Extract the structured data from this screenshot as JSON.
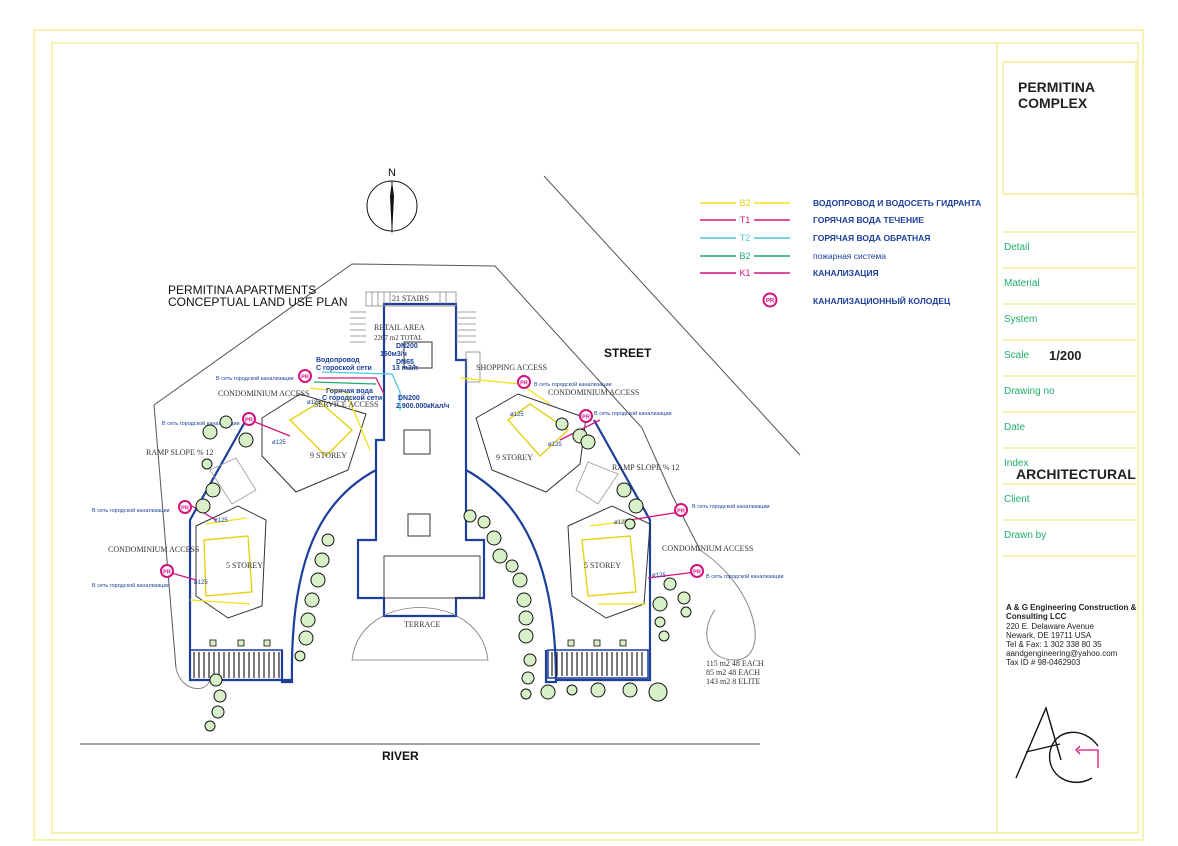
{
  "title_block": {
    "project": [
      "PERMITINA",
      "COMPLEX"
    ],
    "fields": {
      "detail": "Detail",
      "material": "Material",
      "system": "System",
      "scale": "Scale",
      "scale_value": "1/200",
      "drawing_no": "Drawing no",
      "date": "Date",
      "index": "Index",
      "index_value": "ARCHITECTURAL",
      "client": "Client",
      "drawn_by": "Drawn by"
    },
    "company": {
      "name_line1": "A & G Engineering Construction &",
      "name_line2": "Consulting LCC",
      "address1": "220 E. Delaware Avenue",
      "address2": "Newark, DE 19711 USA",
      "tel_fax": "Tel & Fax: 1 302 338 80 35",
      "email": "aandgengineering@yahoo.com",
      "tax_id": "Tax ID # 98-0462903"
    }
  },
  "legend": [
    {
      "code": "B2",
      "label": "ВОДОПРОВОД И ВОДОСЕТЬ ГИДРАНТА",
      "color": "#f2e21a"
    },
    {
      "code": "T1",
      "label": "ГОРЯЧАЯ ВОДА ТЕЧЕНИЕ",
      "color": "#e0196e"
    },
    {
      "code": "T2",
      "label": "ГОРЯЧАЯ ВОДА ОБРАТНАЯ",
      "color": "#4fc6e0"
    },
    {
      "code": "B2",
      "label": "пожарная система",
      "color": "#1fae6a"
    },
    {
      "code": "K1",
      "label": "КАНАЛИЗАЦИЯ",
      "color": "#d4127d"
    },
    {
      "code": "PR",
      "label": "КАНАЛИЗАЦИОННЫЙ КОЛОДЕЦ",
      "color": "#d4127d"
    }
  ],
  "plan": {
    "north": "N",
    "title_line1": "PERMITINA APARTMENTS",
    "title_line2": "CONCEPTUAL LAND USE PLAN",
    "street": "STREET",
    "river": "RIVER",
    "stairs": "21 STAIRS",
    "retail_line1": "RETAIL AREA",
    "retail_line2": "2267 m2 TOTAL",
    "shopping_access": "SHOPPING ACCESS",
    "condo_access_tl": "CONDOMINIUM ACCESS",
    "condo_access_tr": "CONDOMINIUM ACCESS",
    "condo_access_bl": "CONDOMINIUM ACCESS",
    "condo_access_br": "CONDOMINIUM ACCESS",
    "service_access": "SERVICE ACCESS",
    "ramp_left": "RAMP SLOPE % 12",
    "ramp_right": "RAMP SLOPE % 12",
    "storey9_left": "9 STOREY",
    "storey9_right": "9 STOREY",
    "storey5_left": "5 STOREY",
    "storey5_right": "5 STOREY",
    "terrace": "TERRACE",
    "units_line1": "115 m2 48 EACH",
    "units_line2": "85 m2 48 EACH",
    "units_line3": "143 m2 8 ELITE",
    "dn200_top": "DN200",
    "flow_160": "160м3/ч",
    "dn65": "DN65",
    "flow_13": "13 m3/h",
    "dn200_bottom": "DN200",
    "power": "2.900.000кКал/ч",
    "water_line1": "Водопровод",
    "water_line2": "С гороской сети",
    "hot_line1": "Горячая вода",
    "hot_line2": "С городской сети",
    "sewer_note": "В сеть городской канализации",
    "pipe_label": "ø125",
    "pr": "PR"
  }
}
